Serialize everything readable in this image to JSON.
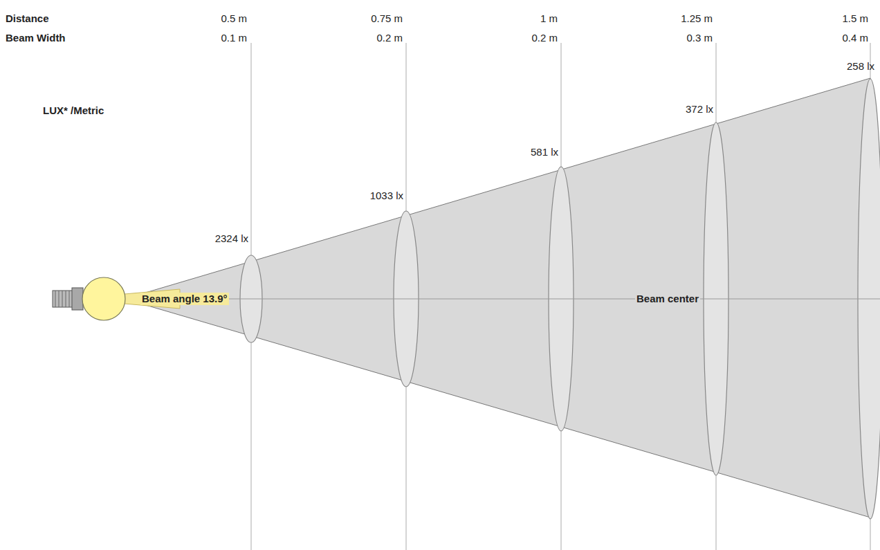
{
  "diagram": {
    "labels": [
      "Distance",
      "0.5 m",
      "0.75 m",
      "1 m",
      "1.25 m",
      "1.5 m",
      "Beam Width",
      "0.1 m",
      "0.2 m",
      "0.2 m",
      "0.3 m",
      "0.4 m",
      "LUX* /Metric",
      "2324 lx",
      "1033 lx",
      "581 lx",
      "372 lx",
      "258 lx",
      "Beam angle 13.9°",
      "Beam center"
    ]
  }
}
